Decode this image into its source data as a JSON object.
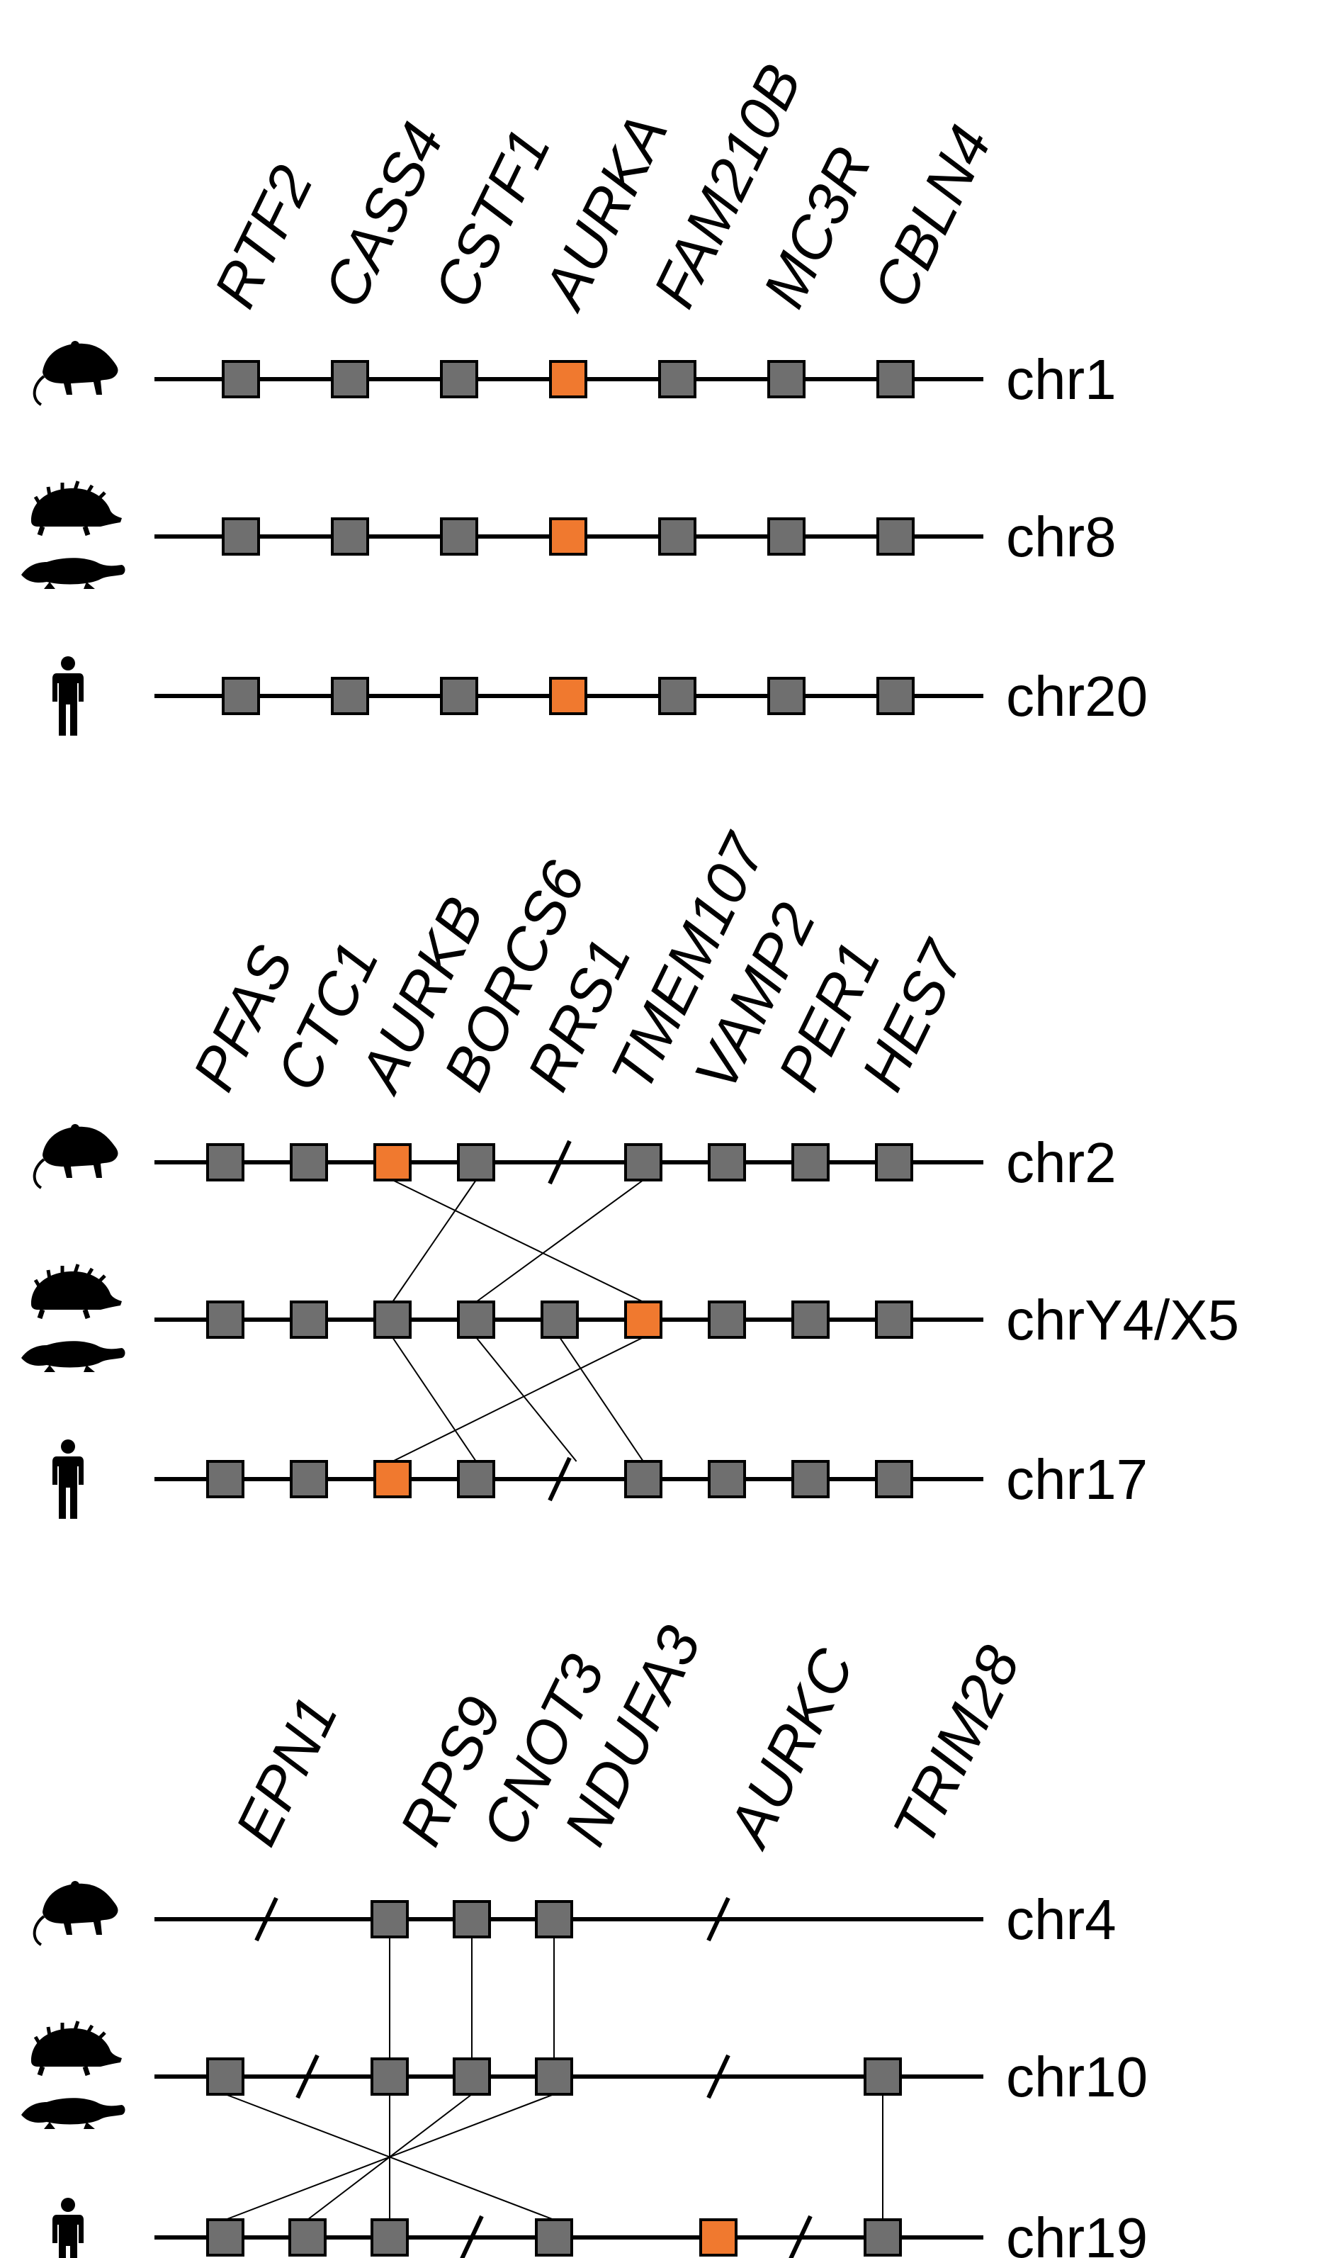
{
  "colors": {
    "gene_fill": "#6f6f6f",
    "target_fill": "#f0792f",
    "stroke": "#000000",
    "highlight_text": "#f0792f",
    "text": "#000000"
  },
  "panels": [
    {
      "name": "aurka",
      "gene_labels": [
        {
          "text": "RTF2",
          "highlight": false
        },
        {
          "text": "CASS4",
          "highlight": false
        },
        {
          "text": "CSTF1",
          "highlight": false
        },
        {
          "text": "AURKA",
          "highlight": true
        },
        {
          "text": "FAM210B",
          "highlight": false
        },
        {
          "text": "MC3R",
          "highlight": false
        },
        {
          "text": "CBLN4",
          "highlight": false
        }
      ],
      "tracks": [
        {
          "species": "opossum",
          "species_icon": "opossum-icon",
          "chromosome": "chr1",
          "genes": [
            {
              "slot": 0
            },
            {
              "slot": 1
            },
            {
              "slot": 2
            },
            {
              "slot": 3,
              "target": true
            },
            {
              "slot": 4
            },
            {
              "slot": 5
            },
            {
              "slot": 6
            }
          ],
          "breaks": []
        },
        {
          "species": "echidna and platypus",
          "species_icon": "monotreme-icon",
          "chromosome": "chr8",
          "genes": [
            {
              "slot": 0
            },
            {
              "slot": 1
            },
            {
              "slot": 2
            },
            {
              "slot": 3,
              "target": true
            },
            {
              "slot": 4
            },
            {
              "slot": 5
            },
            {
              "slot": 6
            }
          ],
          "breaks": []
        },
        {
          "species": "human",
          "species_icon": "human-icon",
          "chromosome": "chr20",
          "genes": [
            {
              "slot": 0
            },
            {
              "slot": 1
            },
            {
              "slot": 2
            },
            {
              "slot": 3,
              "target": true
            },
            {
              "slot": 4
            },
            {
              "slot": 5
            },
            {
              "slot": 6
            }
          ],
          "breaks": []
        }
      ],
      "links": []
    },
    {
      "name": "aurkb",
      "gene_labels": [
        {
          "text": "PFAS",
          "highlight": false
        },
        {
          "text": "CTC1",
          "highlight": false
        },
        {
          "text": "AURKB",
          "highlight": true
        },
        {
          "text": "BORCS6",
          "highlight": false
        },
        {
          "text": "RRS1",
          "highlight": false
        },
        {
          "text": "TMEM107",
          "highlight": false
        },
        {
          "text": "VAMP2",
          "highlight": false
        },
        {
          "text": "PER1",
          "highlight": false
        },
        {
          "text": "HES7",
          "highlight": false
        }
      ],
      "tracks": [
        {
          "species": "opossum",
          "species_icon": "opossum-icon",
          "chromosome": "chr2",
          "genes": [
            {
              "slot": 0
            },
            {
              "slot": 1
            },
            {
              "slot": 2,
              "target": true
            },
            {
              "slot": 3
            },
            {
              "slot": 5
            },
            {
              "slot": 6
            },
            {
              "slot": 7
            },
            {
              "slot": 8
            }
          ],
          "breaks": [
            4
          ]
        },
        {
          "species": "echidna and platypus",
          "species_icon": "monotreme-icon",
          "chromosome": "chrY4/X5",
          "genes": [
            {
              "slot": 0
            },
            {
              "slot": 1
            },
            {
              "slot": 2
            },
            {
              "slot": 3
            },
            {
              "slot": 4
            },
            {
              "slot": 5,
              "target": true
            },
            {
              "slot": 6
            },
            {
              "slot": 7
            },
            {
              "slot": 8
            }
          ],
          "breaks": []
        },
        {
          "species": "human",
          "species_icon": "human-icon",
          "chromosome": "chr17",
          "genes": [
            {
              "slot": 0
            },
            {
              "slot": 1
            },
            {
              "slot": 2,
              "target": true
            },
            {
              "slot": 3
            },
            {
              "slot": 5
            },
            {
              "slot": 6
            },
            {
              "slot": 7
            },
            {
              "slot": 8
            }
          ],
          "breaks": [
            4
          ]
        }
      ],
      "links": [
        {
          "from_track": 0,
          "from_slot": 3,
          "to_track": 1,
          "to_slot": 2
        },
        {
          "from_track": 0,
          "from_slot": 2,
          "to_track": 1,
          "to_slot": 5
        },
        {
          "from_track": 0,
          "from_slot": 5,
          "to_track": 1,
          "to_slot": 3
        },
        {
          "from_track": 1,
          "from_slot": 2,
          "to_track": 2,
          "to_slot": 3
        },
        {
          "from_track": 1,
          "from_slot": 3,
          "to_track": 2,
          "to_slot": 4.2
        },
        {
          "from_track": 1,
          "from_slot": 4,
          "to_track": 2,
          "to_slot": 5
        },
        {
          "from_track": 1,
          "from_slot": 5,
          "to_track": 2,
          "to_slot": 2
        }
      ]
    },
    {
      "name": "aurkc",
      "gene_labels": [
        {
          "text": "EPN1",
          "highlight": false
        },
        {
          "text": "RPS9",
          "highlight": false
        },
        {
          "text": "CNOT3",
          "highlight": false
        },
        {
          "text": "NDUFA3",
          "highlight": false
        },
        {
          "text": "AURKC",
          "highlight": true
        },
        {
          "text": "TRIM28",
          "highlight": false
        }
      ],
      "tracks": [
        {
          "species": "opossum",
          "species_icon": "opossum-icon",
          "chromosome": "chr4",
          "genes": [
            {
              "slot": 2
            },
            {
              "slot": 3
            },
            {
              "slot": 4
            }
          ],
          "breaks": [
            0.5,
            6
          ]
        },
        {
          "species": "echidna and platypus",
          "species_icon": "monotreme-icon",
          "chromosome": "chr10",
          "genes": [
            {
              "slot": 0
            },
            {
              "slot": 2
            },
            {
              "slot": 3
            },
            {
              "slot": 4
            },
            {
              "slot": 8
            }
          ],
          "breaks": [
            1,
            6
          ]
        },
        {
          "species": "human",
          "species_icon": "human-icon",
          "chromosome": "chr19",
          "genes": [
            {
              "slot": 0
            },
            {
              "slot": 1
            },
            {
              "slot": 2
            },
            {
              "slot": 4
            },
            {
              "slot": 6,
              "target": true
            },
            {
              "slot": 8
            }
          ],
          "breaks": [
            3,
            7
          ]
        }
      ],
      "links": [
        {
          "from_track": 0,
          "from_slot": 2,
          "to_track": 1,
          "to_slot": 2
        },
        {
          "from_track": 0,
          "from_slot": 3,
          "to_track": 1,
          "to_slot": 3
        },
        {
          "from_track": 0,
          "from_slot": 4,
          "to_track": 1,
          "to_slot": 4
        },
        {
          "from_track": 1,
          "from_slot": 0,
          "to_track": 2,
          "to_slot": 4
        },
        {
          "from_track": 1,
          "from_slot": 2,
          "to_track": 2,
          "to_slot": 2
        },
        {
          "from_track": 1,
          "from_slot": 3,
          "to_track": 2,
          "to_slot": 1
        },
        {
          "from_track": 1,
          "from_slot": 4,
          "to_track": 2,
          "to_slot": 0
        },
        {
          "from_track": 1,
          "from_slot": 8,
          "to_track": 2,
          "to_slot": 8
        }
      ]
    }
  ]
}
